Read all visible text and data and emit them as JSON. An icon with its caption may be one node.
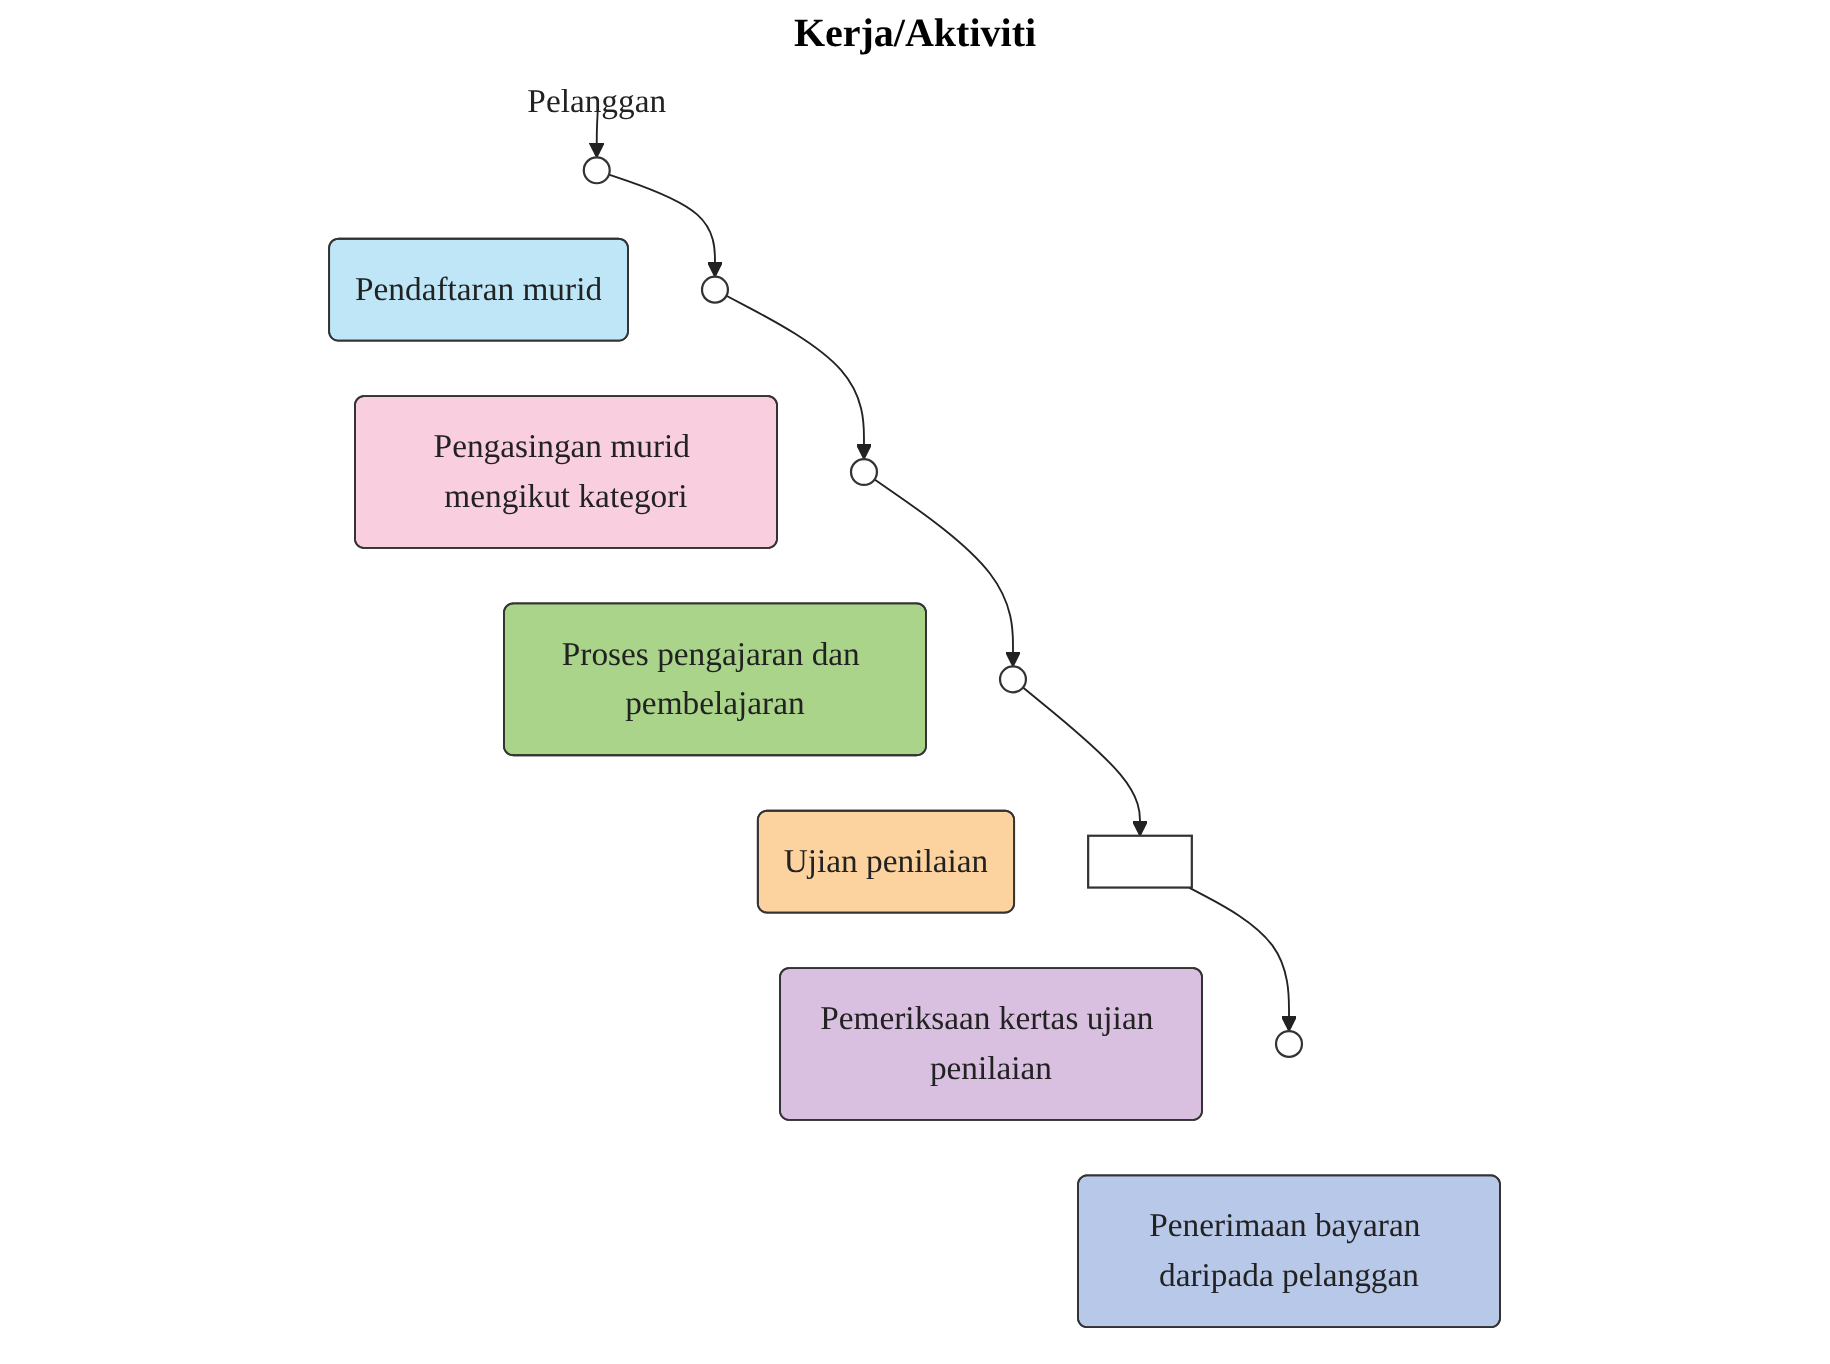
{
  "diagram": {
    "title": "Kerja/Aktiviti",
    "nodes": [
      {
        "text": [
          "Pelanggan"
        ]
      },
      {
        "text": [],
        "shape": "circle"
      },
      {
        "text": [
          "Pendaftaran murid"
        ]
      },
      {
        "text": [],
        "shape": "circle"
      },
      {
        "text": [
          "Pengasingan murid mengikut kategori"
        ]
      },
      {
        "text": [],
        "shape": "circle"
      },
      {
        "text": [
          "Proses pengajaran dan pembelajaran"
        ]
      },
      {
        "text": [],
        "shape": "circle"
      },
      {
        "text": [
          "Ujian penilaian"
        ]
      },
      {
        "text": [],
        "shape": "box"
      },
      {
        "text": [
          "Pemeriksaan kertas ujian penilaian"
        ]
      },
      {
        "text": [],
        "shape": "circle"
      },
      {
        "text": [
          "Penerimaan bayaran daripada pelanggan"
        ]
      }
    ],
    "edges": [
      {
        "from": 0,
        "to": 1,
        "arrow": "to"
      },
      {
        "from": 1,
        "to": 3,
        "arrow": "to"
      },
      {
        "from": 3,
        "to": 5,
        "arrow": "to"
      },
      {
        "from": 5,
        "to": 7,
        "arrow": "to"
      },
      {
        "from": 7,
        "to": 9,
        "arrow": "to"
      },
      {
        "from": 9,
        "to": 11,
        "arrow": "to"
      }
    ]
  }
}
